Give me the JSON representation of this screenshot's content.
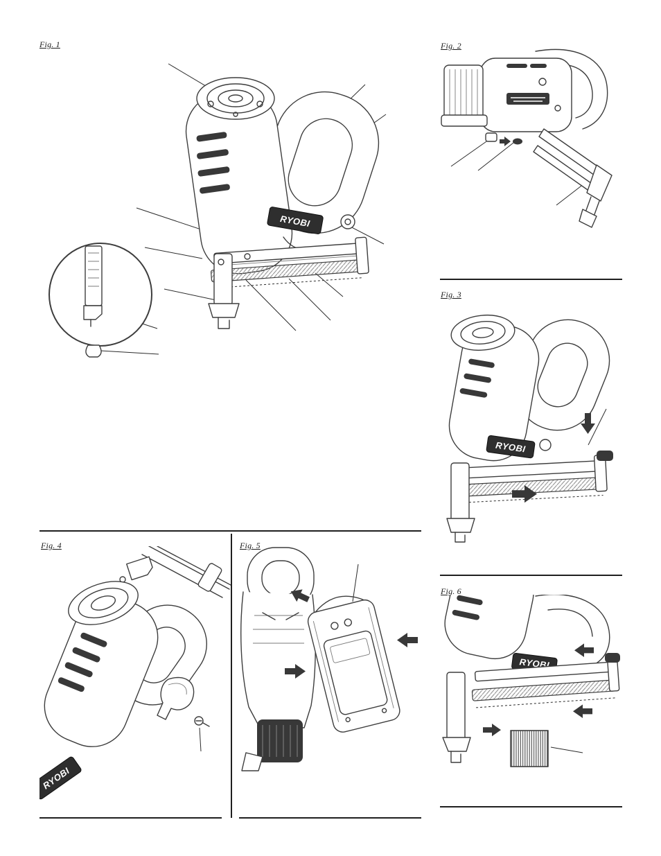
{
  "page": {
    "background": "#ffffff",
    "ink": "#3a3a3a",
    "type": "tool-manual-figures-page"
  },
  "figures": {
    "fig1": {
      "label": "Fig. 1",
      "brand": "RYOBI"
    },
    "fig2": {
      "label": "Fig. 2"
    },
    "fig3": {
      "label": "Fig. 3",
      "brand": "RYOBI"
    },
    "fig4": {
      "label": "Fig. 4",
      "brand": "RYOBI"
    },
    "fig5": {
      "label": "Fig. 5"
    },
    "fig6": {
      "label": "Fig. 6",
      "brand": "RYOBI"
    }
  }
}
